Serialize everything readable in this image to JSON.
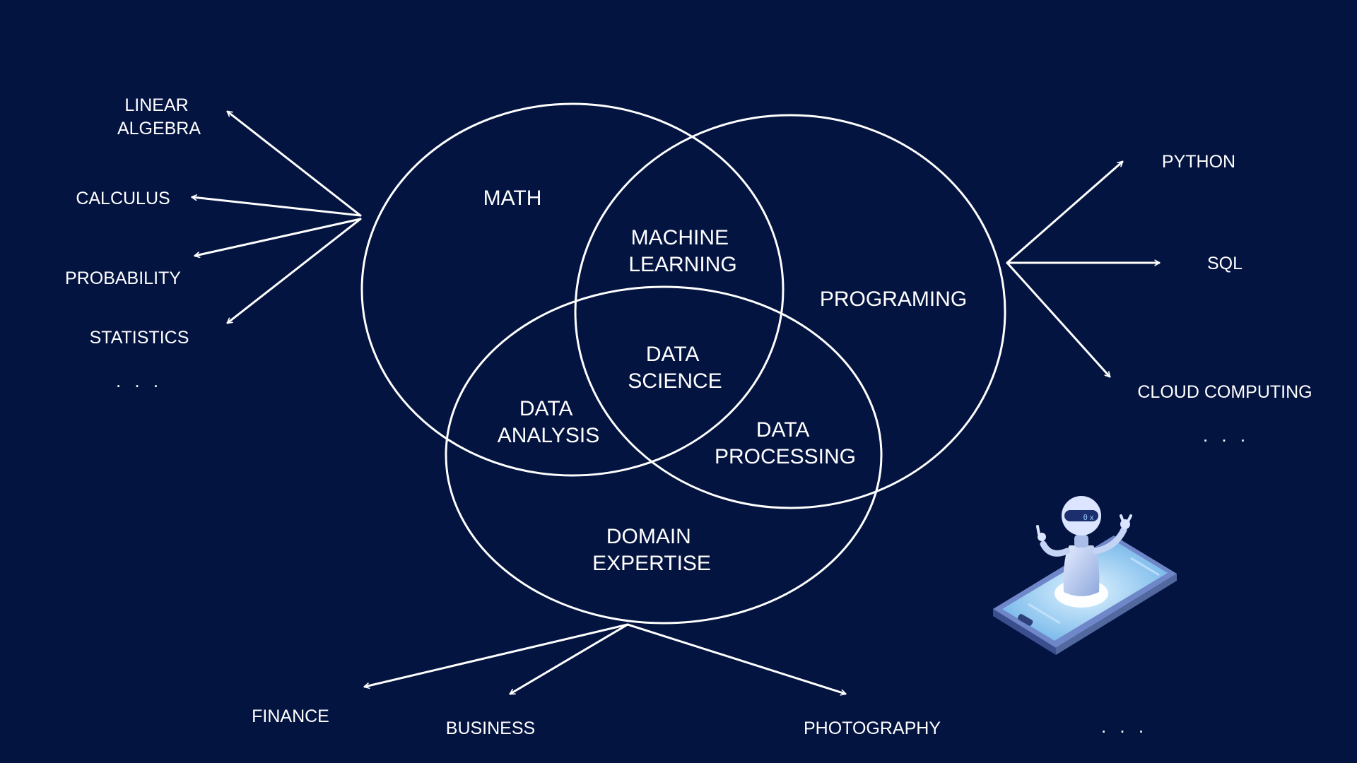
{
  "diagram": {
    "circles": {
      "math": "MATH",
      "programming": "PROGRAMING",
      "domain": [
        "DOMAIN",
        "EXPERTISE"
      ]
    },
    "intersections": {
      "machine_learning": [
        "MACHINE",
        "LEARNING"
      ],
      "data_analysis": [
        "DATA",
        "ANALYSIS"
      ],
      "data_processing": [
        "DATA",
        "PROCESSING"
      ],
      "data_science": [
        "DATA",
        "SCIENCE"
      ]
    },
    "math_branches": {
      "linear_algebra": [
        "LINEAR",
        "ALGEBRA"
      ],
      "calculus": "CALCULUS",
      "probability": "PROBABILITY",
      "statistics": "STATISTICS",
      "more": ". . ."
    },
    "programming_branches": {
      "python": "PYTHON",
      "sql": "SQL",
      "cloud_computing": "CLOUD COMPUTING",
      "more": ". . ."
    },
    "domain_branches": {
      "finance": "FINANCE",
      "business": "BUSINESS",
      "photography": "PHOTOGRAPHY",
      "more": ". . ."
    },
    "colors": {
      "background": "#041441",
      "lines": "#ffffff",
      "robot_body": "#b9cdf2",
      "tablet_screen": "#8fc7ef"
    },
    "icons": {
      "robot": "robot-on-tablet-icon"
    }
  }
}
